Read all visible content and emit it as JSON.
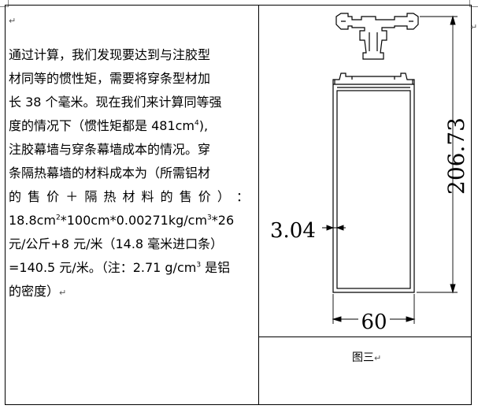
{
  "paragraph_mark": "↵",
  "text_lines": [
    {
      "parts": [
        "通过计算，我们发现要达到与注胶型"
      ]
    },
    {
      "parts": [
        "材同等的惯性矩，需要将穿条型材加"
      ]
    },
    {
      "parts": [
        "长 38 个毫米。现在我们来计算同等强"
      ]
    },
    {
      "parts": [
        "度的情况下（惯性矩都是 481cm",
        "4",
        "),"
      ],
      "sup_index": 1
    },
    {
      "parts": [
        "注胶幕墙与穿条幕墙成本的情况。穿"
      ]
    },
    {
      "parts": [
        "条隔热幕墙的材料成本为（所需铝材"
      ]
    },
    {
      "parts": [
        "的售价＋隔热材料的售价）："
      ],
      "justify": true
    },
    {
      "parts": [
        "18.8cm",
        "2",
        "*100cm*0.00271kg/cm",
        "3",
        "*26"
      ],
      "sup_indices": [
        1,
        3
      ]
    },
    {
      "parts": [
        "元/公斤+8 元/米（14.8 毫米进口条）"
      ]
    },
    {
      "parts": [
        "=140.5 元/米。（注：2.71 g/cm",
        "3",
        " 是铝"
      ],
      "sup_index": 1
    },
    {
      "parts": [
        "的密度）"
      ]
    }
  ],
  "figure": {
    "caption": "图三",
    "dim_height": "206.73",
    "dim_thickness": "3.04",
    "dim_width": "60"
  },
  "colors": {
    "line": "#000000",
    "mark": "#555555"
  }
}
